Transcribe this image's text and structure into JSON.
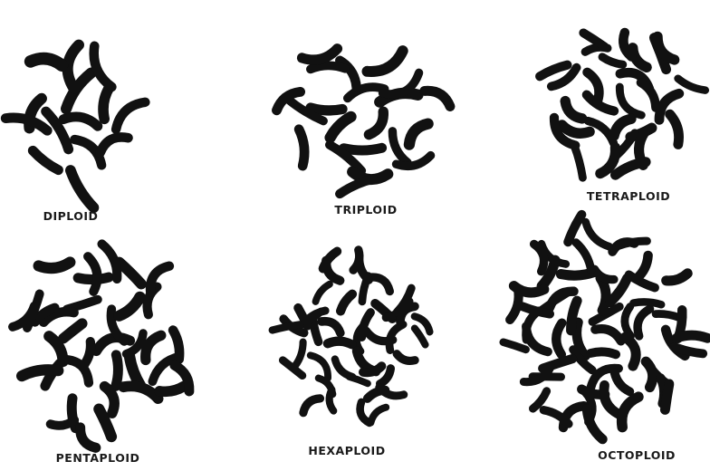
{
  "figure": {
    "panels": [
      {
        "key": "diploid",
        "label": "DIPLOID",
        "chromosome_count": 14
      },
      {
        "key": "triploid",
        "label": "TRIPLOID",
        "chromosome_count": 21
      },
      {
        "key": "tetraploid",
        "label": "TETRAPLOID",
        "chromosome_count": 28
      },
      {
        "key": "pentaploid",
        "label": "PENTAPLOID",
        "chromosome_count": 35
      },
      {
        "key": "hexaploid",
        "label": "HEXAPLOID",
        "chromosome_count": 42
      },
      {
        "key": "octoploid",
        "label": "OCTOPLOID",
        "chromosome_count": 56
      }
    ],
    "colors": {
      "chromosome": "#111111",
      "label": "#1a1a1a",
      "background": "#ffffff"
    }
  }
}
